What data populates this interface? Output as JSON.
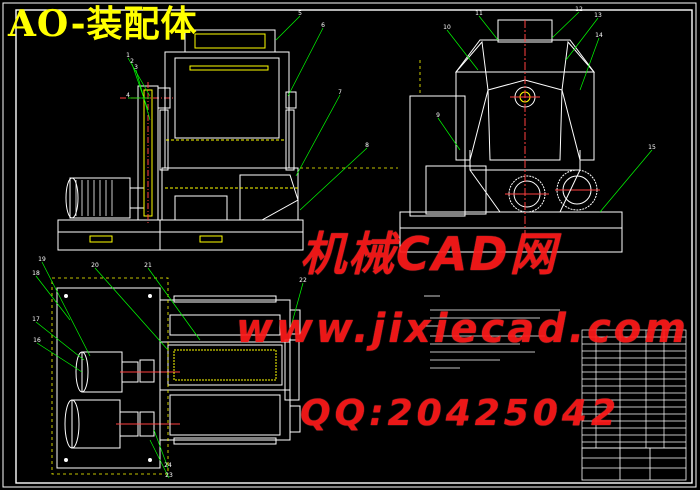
{
  "drawing": {
    "title": "AO-装配体",
    "balloons": [
      "1",
      "2",
      "3",
      "4",
      "5",
      "6",
      "7",
      "8",
      "9",
      "10",
      "11",
      "12",
      "13",
      "14",
      "15",
      "16",
      "17",
      "18",
      "19",
      "20",
      "21",
      "22",
      "23",
      "24"
    ]
  },
  "watermark": {
    "line1": "机械CAD网",
    "line2": "www.jixiecad.com",
    "line3": "QQ:20425042"
  },
  "colors": {
    "background": "#000000",
    "frame": "#ffffff",
    "outline": "#ffffff",
    "hidden": "#ffff00",
    "center": "#ff4040",
    "leader": "#00ff00",
    "watermark": "#ff1a1a",
    "title": "#ffff00"
  }
}
